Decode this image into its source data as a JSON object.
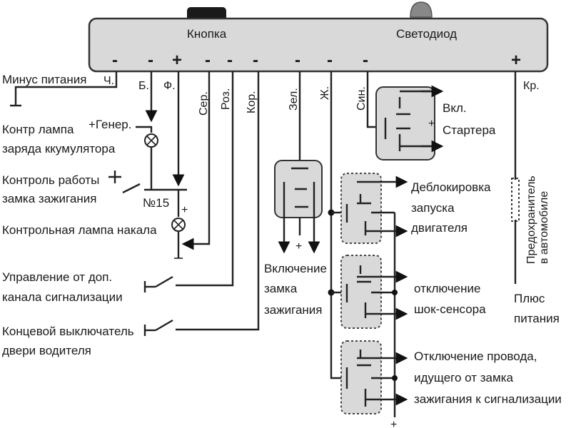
{
  "unit": {
    "button_label": "Кнопка",
    "led_label": "Светодиод",
    "pin_signs": [
      "-",
      "-",
      "+",
      "-",
      "-",
      "-",
      "-",
      "-",
      "-",
      "+"
    ]
  },
  "wires": {
    "ch": "Ч.",
    "b": "Б.",
    "f": "Ф.",
    "ser": "Сер.",
    "roz": "Роз.",
    "kor": "Кор.",
    "zel": "Зел.",
    "zh": "Ж.",
    "sin": "Син.",
    "kr": "Кр."
  },
  "labels": {
    "minus_power": "Минус питания",
    "generator": "+Генер.",
    "battery_lamp_1": "Контр лампа",
    "battery_lamp_2": "заряда ккумулятора",
    "ignition_ctrl_1": "Контроль работы",
    "ignition_ctrl_2": "замка зажигания",
    "terminal_15": "№15",
    "glow_lamp": "Контрольная лампа накала",
    "aux_channel_1": "Управление от доп.",
    "aux_channel_2": "канала сигнализации",
    "door_switch_1": "Концевой выключатель",
    "door_switch_2": "двери водителя",
    "ignition_on_1": "Включение",
    "ignition_on_2": "замка",
    "ignition_on_3": "зажигания",
    "starter_1": "Вкл.",
    "starter_2": "Стартера",
    "unlock_1": "Деблокировка",
    "unlock_2": "запуска",
    "unlock_3": "двигателя",
    "shock_1": "отключение",
    "shock_2": "шок-сенсора",
    "wire_off_1": "Отключение провода,",
    "wire_off_2": "идущего от замка",
    "wire_off_3": "зажигания к сигнализации",
    "fuse_1": "Предохранитель",
    "fuse_2": "в автомобиле",
    "plus_power_1": "Плюс",
    "plus_power_2": "питания",
    "plus_sign": "+"
  }
}
